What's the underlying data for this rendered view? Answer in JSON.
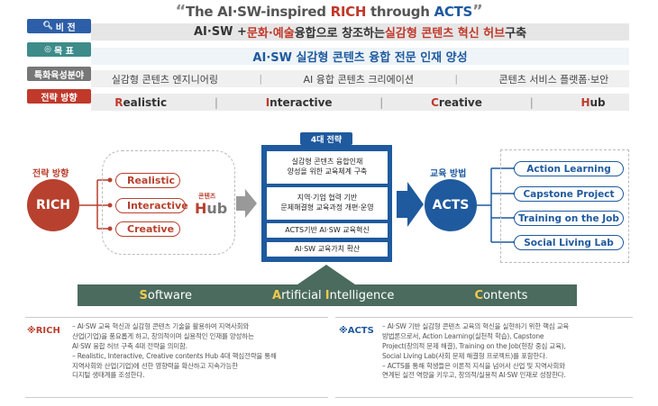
{
  "headline": {
    "open_quote": "“",
    "pre": "The ",
    "aisw": "AI·SW",
    "mid": "-inspired ",
    "rich": "RICH",
    "through": " through ",
    "acts": "ACTS",
    "close_quote": "”"
  },
  "rows": {
    "vision": {
      "label": "비 전",
      "icon": "search-icon",
      "text_a": "AI·SW + ",
      "text_b": "문화·예술",
      "text_c": " 융합으로 창조하는 ",
      "text_d": "실감형 콘텐츠 혁신 허브",
      "text_e": " 구축"
    },
    "goal": {
      "label": "목 표",
      "icon": "target-icon",
      "text": "AI·SW 실감형 콘텐츠 융합 전문 인재 양성"
    },
    "fields": {
      "label": "특화육성분야",
      "items": [
        "실감형 콘텐츠 엔지니어링",
        "AI 융합 콘텐츠 크리에이션",
        "콘텐츠 서비스 플랫폼·보안"
      ]
    },
    "strategy": {
      "label": "전략 방향",
      "items": [
        {
          "init": "R",
          "rest": "ealistic"
        },
        {
          "init": "I",
          "rest": "nteractive"
        },
        {
          "init": "C",
          "rest": "reative"
        },
        {
          "init": "H",
          "rest": "ub"
        }
      ]
    }
  },
  "left": {
    "title": "전략 방향",
    "circle": "RICH",
    "pills": [
      "Realistic",
      "Interactive",
      "Creative"
    ],
    "hub_small": "콘텐츠",
    "hub_big_init": "H",
    "hub_big_rest": "ub"
  },
  "center": {
    "tag": "4대 전략",
    "boxes": [
      {
        "l1": "실감형 콘텐츠 융합인재",
        "l2": "양성을 위한 교육체계 구축"
      },
      {
        "l1": "지역·기업 협력 기반",
        "l2": "문제해결형 교육과정 개편·운영"
      },
      {
        "l1": "ACTS기반 AI·SW 교육혁신",
        "l2": ""
      },
      {
        "l1": "AI·SW 교육가치 확산",
        "l2": ""
      }
    ]
  },
  "right": {
    "title": "교육 방법",
    "circle": "ACTS",
    "pills": [
      "Action Learning",
      "Capstone Project",
      "Training on the Job",
      "Social Living Lab"
    ]
  },
  "foundation": [
    {
      "init": "S",
      "rest": "oftware"
    },
    {
      "init": "A",
      "rest": "rtificial ",
      "init2": "I",
      "rest2": "ntelligence"
    },
    {
      "init": "C",
      "rest": "ontents"
    }
  ],
  "notes": {
    "rich": {
      "title": "※RICH",
      "lines": [
        "– AI·SW 교육 혁신과 실감형 콘텐츠 기술을 활용하여 지역사회와",
        "  산업(기업)을 풍요롭게 하고, 창의적이며 실용적인 인재를 양성하는",
        "  AI·SW 융합 허브 구축 4대 전략을 의미함.",
        "– Realistic, Interactive, Creative contents Hub 4대 핵심전략을 통해",
        "  지역사회와 산업(기업)에 선한 영향력을 확산하고 지속가능한",
        "  디지털 생태계를 조성한다."
      ]
    },
    "acts": {
      "title": "※ACTS",
      "lines": [
        "– AI·SW 기반 실감형 콘텐츠 교육의 혁신을 실현하기 위한 핵심 교육",
        "  방법론으로서, Action Learning(실천적 학습), Capstone",
        "  Project(창의적 문제 해결), Training on the Job(현장 중심 교육),",
        "  Social Living Lab(사회 문제 해결형 프로젝트)를 포함한다.",
        "– ACTS를 통해 학생들은 이론적 지식을 넘어서 산업 및 지역사회와",
        "  연계된 실전 역량을 키우고, 창의적/실용적 AI·SW 인재로 성장한다."
      ]
    }
  },
  "colors": {
    "red": "#b7412e",
    "blue": "#1f5a9e",
    "teal": "#3d8c8a",
    "foundation": "#4a6b5e"
  }
}
